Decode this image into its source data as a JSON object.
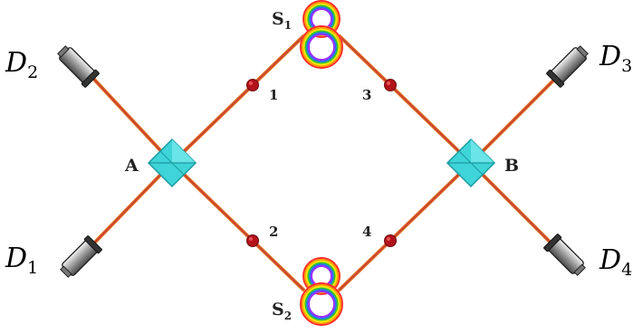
{
  "detectors": [
    {
      "id": "D2",
      "letter": "D",
      "sub": "2"
    },
    {
      "id": "D1",
      "letter": "D",
      "sub": "1"
    },
    {
      "id": "D3",
      "letter": "D",
      "sub": "3"
    },
    {
      "id": "D4",
      "letter": "D",
      "sub": "4"
    }
  ],
  "beam_splitters": [
    {
      "id": "A",
      "label": "A"
    },
    {
      "id": "B",
      "label": "B"
    }
  ],
  "sources": [
    {
      "id": "S1",
      "letter": "S",
      "sub": "1"
    },
    {
      "id": "S2",
      "letter": "S",
      "sub": "2"
    }
  ],
  "path_nodes": [
    {
      "id": "1",
      "label": "1"
    },
    {
      "id": "2",
      "label": "2"
    },
    {
      "id": "3",
      "label": "3"
    },
    {
      "id": "4",
      "label": "4"
    }
  ],
  "colors": {
    "beam_outer": "#e0702a",
    "beam_inner": "#c43a2a",
    "splitter_fill": "#3fd4d8",
    "splitter_edge": "#1a9aa0",
    "node_fill": "#b3121b",
    "ring_colors": [
      "#ff2a2a",
      "#ff9900",
      "#ffe600",
      "#2fc42f",
      "#2a6bff",
      "#9b2aff"
    ]
  }
}
